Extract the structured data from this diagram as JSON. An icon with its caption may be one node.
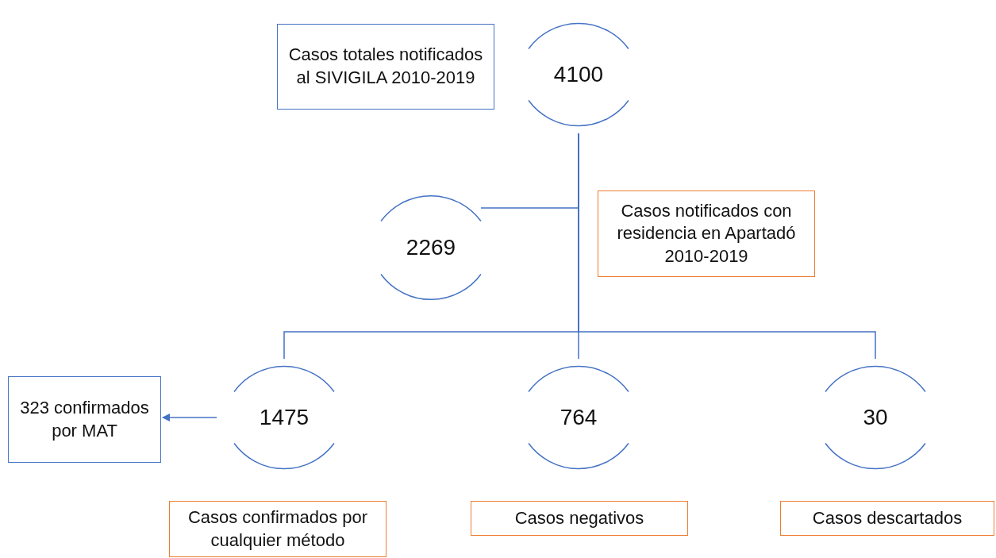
{
  "diagram": {
    "nodes": [
      {
        "text": [
          "Casos totales notificados al SIVIGILA 2010-2019"
        ]
      },
      {
        "text": [
          "4100"
        ]
      },
      {
        "text": [
          "2269"
        ]
      },
      {
        "text": [
          "Casos notificados con residencia en Apartadó 2010-2019"
        ]
      },
      {
        "text": [
          "1475"
        ]
      },
      {
        "text": [
          "764"
        ]
      },
      {
        "text": [
          "30"
        ]
      },
      {
        "text": [
          "323 confirmados por MAT"
        ]
      },
      {
        "text": [
          "Casos confirmados por cualquier método"
        ]
      },
      {
        "text": [
          "Casos negativos"
        ]
      },
      {
        "text": [
          "Casos descartados"
        ]
      }
    ],
    "edges": [
      {
        "from": 1,
        "to": 2,
        "arrow": "none"
      },
      {
        "from": 1,
        "to": 4,
        "arrow": "none"
      },
      {
        "from": 1,
        "to": 5,
        "arrow": "none"
      },
      {
        "from": 1,
        "to": 6,
        "arrow": "none"
      },
      {
        "from": 4,
        "to": 7,
        "arrow": "to"
      }
    ]
  }
}
